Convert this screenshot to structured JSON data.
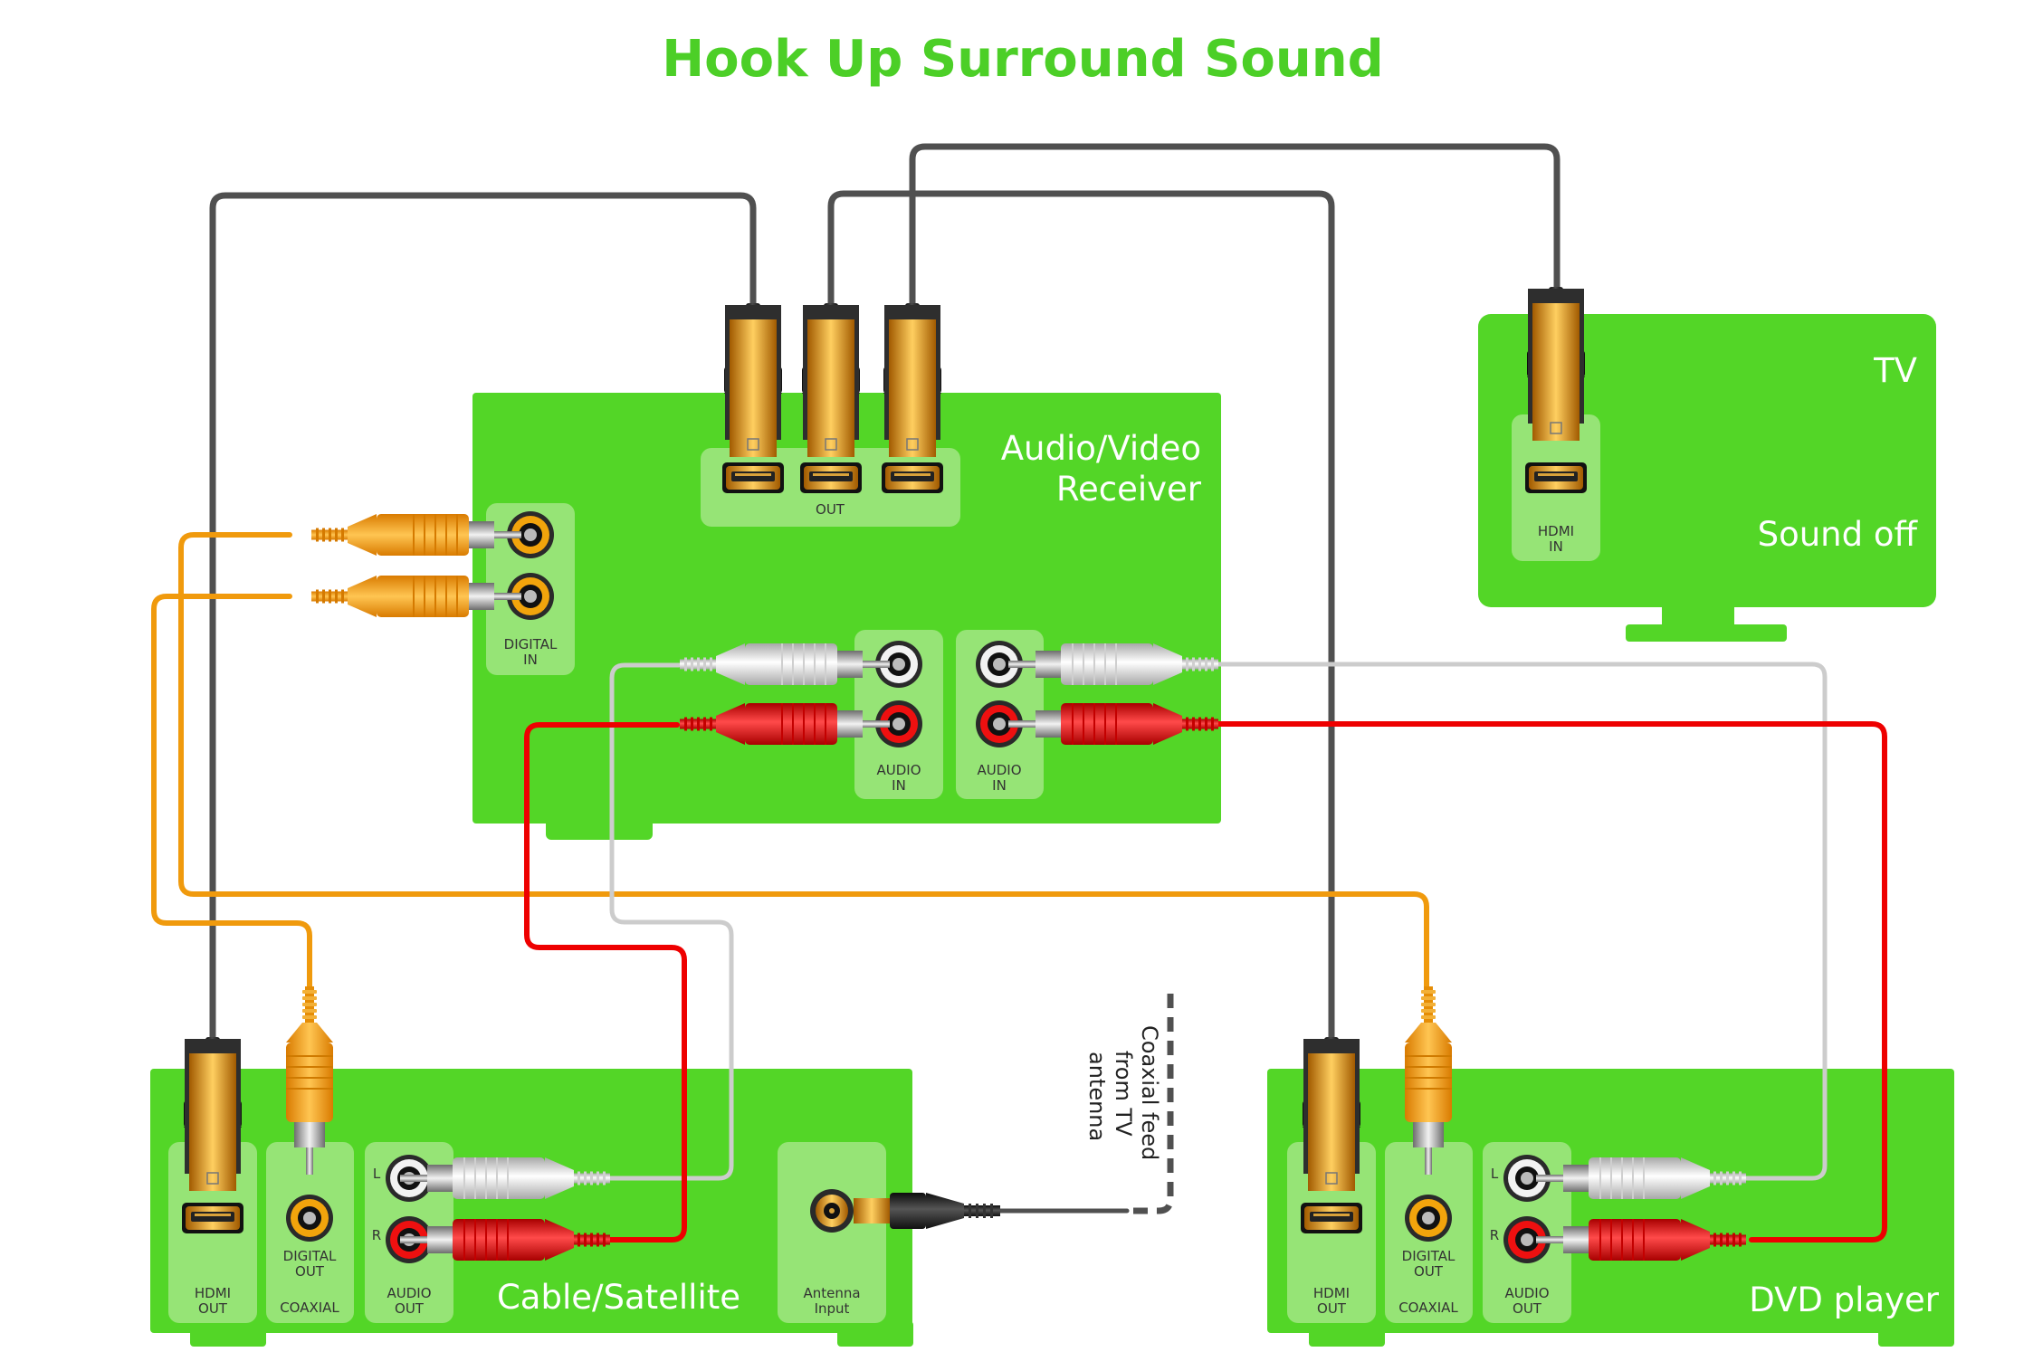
{
  "title": "Hook Up Surround Sound",
  "colors": {
    "device_green": "#53d627",
    "panel_green": "#96e476",
    "title_green": "#4ccf27",
    "hdmi_cable": "#505050",
    "digital_cable": "#f09a0d",
    "white_cable": "#cccccc",
    "red_cable": "#ee0000"
  },
  "devices": {
    "receiver": {
      "name_line1": "Audio/Video",
      "name_line2": "Receiver",
      "hdmi_panel": "OUT",
      "digital_panel_line1": "DIGITAL",
      "digital_panel_line2": "IN",
      "audio_in_left_line1": "AUDIO",
      "audio_in_left_line2": "IN",
      "audio_in_right_line1": "AUDIO",
      "audio_in_right_line2": "IN"
    },
    "tv": {
      "name": "TV",
      "status": "Sound off",
      "hdmi_line1": "HDMI",
      "hdmi_line2": "IN"
    },
    "cable_box": {
      "name": "Cable/Satellite",
      "hdmi_line1": "HDMI",
      "hdmi_line2": "OUT",
      "digital_line1": "DIGITAL",
      "digital_line2": "OUT",
      "digital_line3": "COAXIAL",
      "audio_line1": "AUDIO",
      "audio_line2": "OUT",
      "l": "L",
      "r": "R",
      "antenna_line1": "Antenna",
      "antenna_line2": "Input"
    },
    "dvd": {
      "name": "DVD player",
      "hdmi_line1": "HDMI",
      "hdmi_line2": "OUT",
      "digital_line1": "DIGITAL",
      "digital_line2": "OUT",
      "digital_line3": "COAXIAL",
      "audio_line1": "AUDIO",
      "audio_line2": "OUT",
      "l": "L",
      "r": "R"
    }
  },
  "antenna_note": [
    "Coaxial feed",
    "from TV",
    "antenna"
  ]
}
